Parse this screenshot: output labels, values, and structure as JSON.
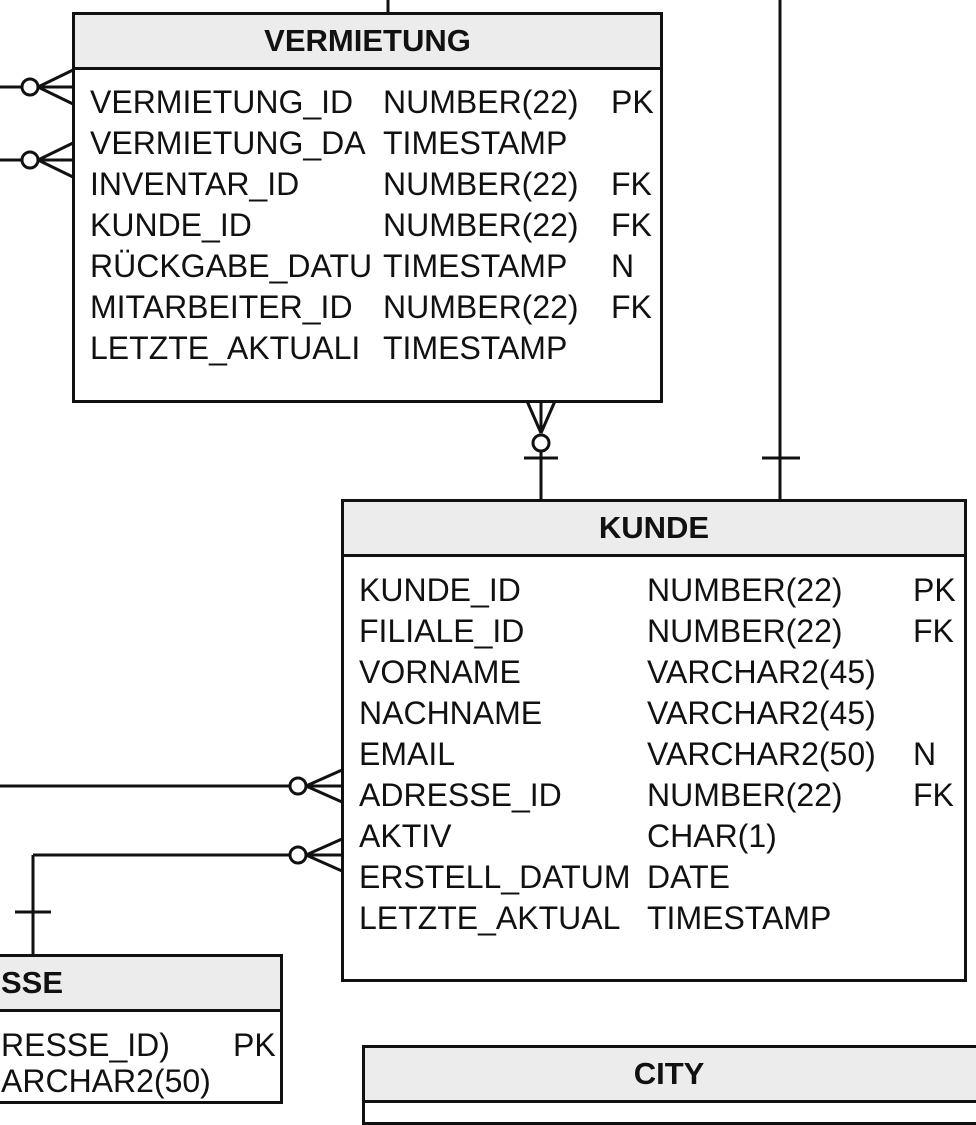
{
  "entities": {
    "vermietung": {
      "title": "VERMIETUNG",
      "columns": [
        {
          "name": "VERMIETUNG_ID",
          "type": "NUMBER(22)",
          "key": "PK"
        },
        {
          "name": "VERMIETUNG_DA",
          "type": "TIMESTAMP",
          "key": ""
        },
        {
          "name": "INVENTAR_ID",
          "type": "NUMBER(22)",
          "key": "FK"
        },
        {
          "name": "KUNDE_ID",
          "type": "NUMBER(22)",
          "key": "FK"
        },
        {
          "name": "RÜCKGABE_DATU",
          "type": "TIMESTAMP",
          "key": "N"
        },
        {
          "name": "MITARBEITER_ID",
          "type": "NUMBER(22)",
          "key": "FK"
        },
        {
          "name": "LETZTE_AKTUALI",
          "type": "TIMESTAMP",
          "key": ""
        }
      ]
    },
    "kunde": {
      "title": "KUNDE",
      "columns": [
        {
          "name": "KUNDE_ID",
          "type": "NUMBER(22)",
          "key": "PK"
        },
        {
          "name": "FILIALE_ID",
          "type": "NUMBER(22)",
          "key": "FK"
        },
        {
          "name": "VORNAME",
          "type": "VARCHAR2(45)",
          "key": ""
        },
        {
          "name": "NACHNAME",
          "type": "VARCHAR2(45)",
          "key": ""
        },
        {
          "name": "EMAIL",
          "type": "VARCHAR2(50)",
          "key": "N"
        },
        {
          "name": "ADRESSE_ID",
          "type": "NUMBER(22)",
          "key": "FK"
        },
        {
          "name": "AKTIV",
          "type": "CHAR(1)",
          "key": ""
        },
        {
          "name": "ERSTELL_DATUM",
          "type": "DATE",
          "key": ""
        },
        {
          "name": "LETZTE_AKTUAL",
          "type": "TIMESTAMP",
          "key": ""
        }
      ]
    },
    "adresse": {
      "title": "SSE",
      "columns": [
        {
          "name": "RESSE_ID)",
          "key": "PK"
        },
        {
          "name": "ARCHAR2(50)",
          "key": ""
        }
      ]
    },
    "city": {
      "title": "CITY"
    }
  }
}
